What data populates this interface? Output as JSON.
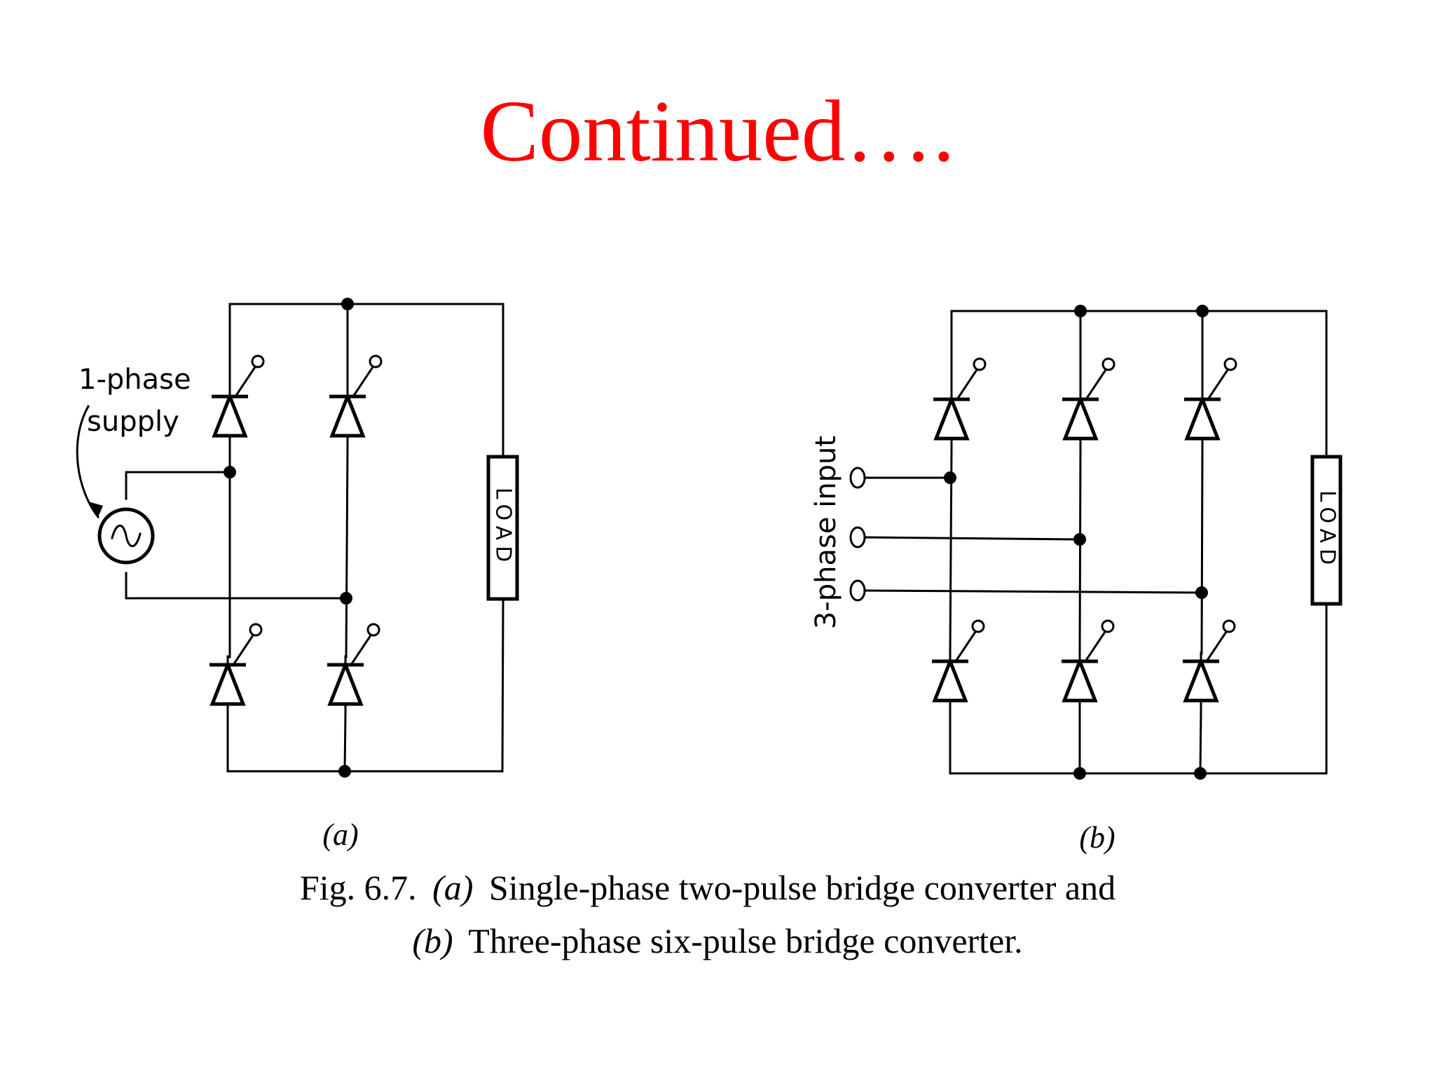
{
  "slide": {
    "title": "Continued…."
  },
  "figure": {
    "a": {
      "supply_label_line1": "1-phase",
      "supply_label_line2": "supply",
      "load_label": "LOAD",
      "sub_label": "(a)"
    },
    "b": {
      "input_label": "3-phase input",
      "load_label": "LOAD",
      "sub_label": "(b)"
    },
    "caption": {
      "fig_number": "Fig. 6.7.",
      "line1_a": "(a)",
      "line1_text": "Single-phase two-pulse bridge converter and",
      "line2_b": "(b)",
      "line2_text": "Three-phase six-pulse bridge converter."
    }
  },
  "colors": {
    "title": "#ff0000",
    "ink": "#000000",
    "background": "#ffffff"
  }
}
